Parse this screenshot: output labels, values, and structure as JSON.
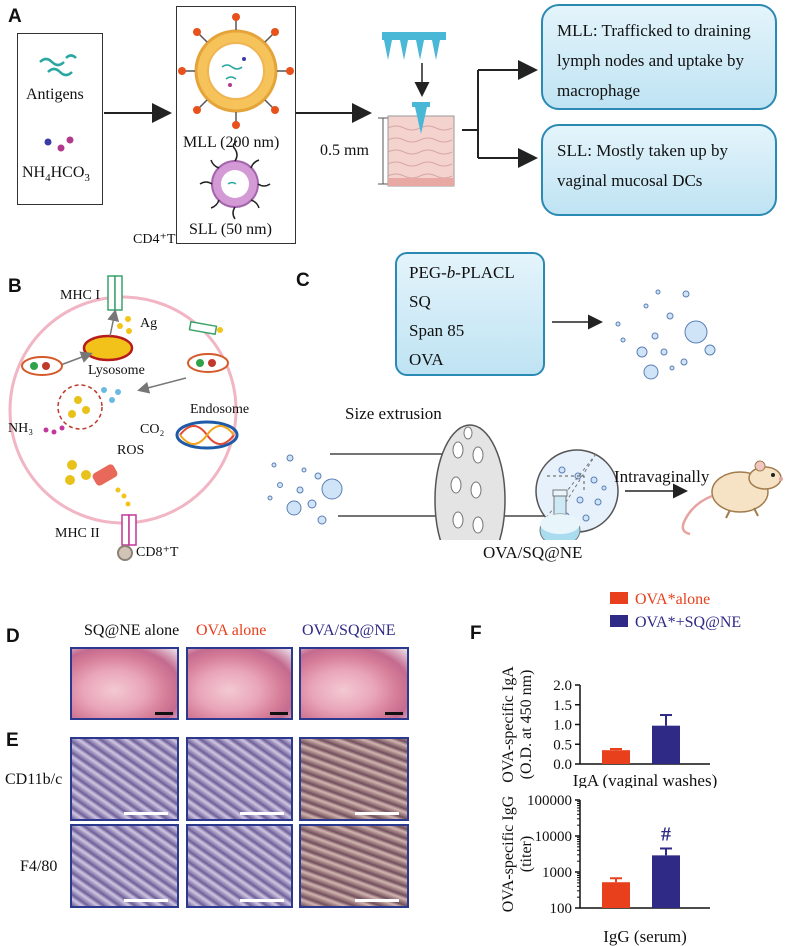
{
  "panels": {
    "a": "A",
    "b": "B",
    "c": "C",
    "d": "D",
    "e": "E",
    "f": "F"
  },
  "panel_a": {
    "antigens": "Antigens",
    "salt_main": "NH",
    "salt_sub1": "4",
    "salt_mid": "HCO",
    "salt_sub2": "3",
    "mll": "MLL (200 nm)",
    "sll": "SLL (50 nm)",
    "depth": "0.5 mm",
    "outcome_mll": "MLL: Trafficked to draining lymph nodes and uptake by macrophage",
    "outcome_sll": "SLL: Mostly taken up by vaginal mucosal DCs"
  },
  "panel_b": {
    "cd4": "CD4⁺T",
    "mhc1": "MHC I",
    "ag": "Ag",
    "lysosome": "Lysosome",
    "endosome": "Endosome",
    "nh3": "NH₃",
    "co2": "CO₂",
    "ros": "ROS",
    "mhc2": "MHC II",
    "cd8": "CD8⁺T"
  },
  "panel_c": {
    "formulation_1a": "PEG-",
    "formulation_1b": "b",
    "formulation_1c": "-PLACL",
    "formulation_2": "SQ",
    "formulation_3": "Span 85",
    "formulation_4": "OVA",
    "size_extrusion": "Size extrusion",
    "product": "OVA/SQ@NE",
    "route": "Intravaginally"
  },
  "panel_d": {
    "col1": "SQ@NE alone",
    "col2": "OVA alone",
    "col3": "OVA/SQ@NE"
  },
  "panel_e": {
    "row1": "CD11b/c",
    "row2": "F4/80"
  },
  "colors": {
    "ova_alone": "#e8401c",
    "ova_sqne": "#2e2a86",
    "bubble_border": "#2a8ab3"
  },
  "chart_data": [
    {
      "type": "bar",
      "categories": [
        "IgA (vaginal washes)"
      ],
      "series": [
        {
          "name": "OVA*alone",
          "values": [
            0.35
          ],
          "error": [
            0.03
          ]
        },
        {
          "name": "OVA*+SQ@NE",
          "values": [
            0.97
          ],
          "error": [
            0.27
          ]
        }
      ],
      "xlabel": "IgA (vaginal washes)",
      "ylabel": "OVA-specific IgA (O.D. at 450 nm)",
      "ylim": [
        0,
        2.0
      ],
      "yticks": [
        "0.0",
        "0.5",
        "1.0",
        "1.5",
        "2.0"
      ],
      "legend": "top"
    },
    {
      "type": "bar",
      "scale": "log",
      "categories": [
        "IgG (serum)"
      ],
      "series": [
        {
          "name": "OVA*alone",
          "values": [
            520
          ],
          "error": [
            150
          ]
        },
        {
          "name": "OVA*+SQ@NE",
          "values": [
            2900
          ],
          "error": [
            1600
          ]
        }
      ],
      "annotation": "#",
      "xlabel": "IgG (serum)",
      "ylabel": "OVA-specific IgG (titer)",
      "ylim": [
        100,
        100000
      ],
      "yticks": [
        "100",
        "1000",
        "10000",
        "100000"
      ]
    }
  ]
}
